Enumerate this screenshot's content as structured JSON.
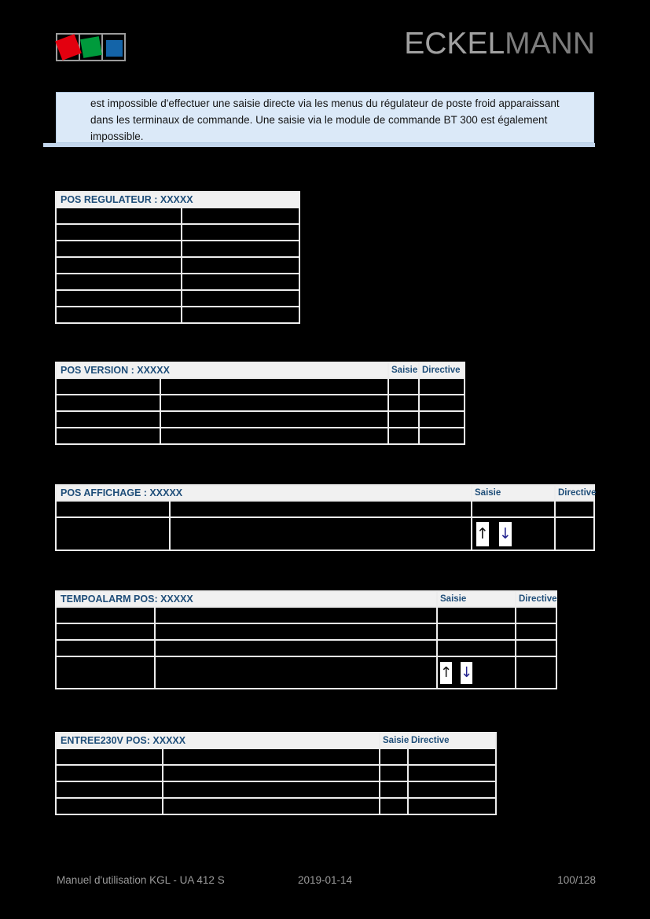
{
  "brand": {
    "part1": "ECKEL",
    "part2": "MANN"
  },
  "logo": {
    "squares": [
      "red-square",
      "green-square",
      "blue-square"
    ],
    "colors": {
      "red": "#e3000f",
      "green": "#009b3c",
      "blue": "#1464a8",
      "frame": "#9c9c9c"
    }
  },
  "notice": {
    "lines": [
      "est impossible d'effectuer une saisie directe via les menus du régulateur de poste froid apparaissant",
      "dans les terminaux de commande. Une saisie via le module de commande BT 300 est également",
      "impossible."
    ],
    "bg": "#dbe9f8"
  },
  "tables": [
    {
      "title": "POS REGULATEUR : XXXXX",
      "body_rows": 7,
      "columns": 2
    },
    {
      "title": "POS VERSION : XXXXX",
      "saisie": "Saisie",
      "directive": "Directive",
      "body_rows": 4
    },
    {
      "title": "POS AFFICHAGE : XXXXX",
      "saisie": "Saisie",
      "directive": "Directive",
      "body_rows": 2,
      "arrow_keys_row": 2
    },
    {
      "title": "TEMPOALARM POS: XXXXX",
      "saisie": "Saisie",
      "directive": "Directive",
      "body_rows": 4,
      "arrow_keys_row": 4
    },
    {
      "title": "ENTREE230V POS: XXXXX",
      "saisie": "Saisie",
      "directive": "Directive",
      "body_rows": 4
    }
  ],
  "icons": {
    "up_glyph": "↑",
    "down_glyph": "↓"
  },
  "footer": {
    "left": "Manuel d'utilisation KGL - UA 412 S",
    "center": "2019-01-14",
    "right": "100/128"
  },
  "colors": {
    "page_bg": "#000000",
    "table_border": "#ededed",
    "table_header_bg": "#f1f1f1",
    "table_header_text": "#1f4e79",
    "brand_light": "#a0a0a0",
    "brand_dark": "#7d7d7d",
    "footer_text": "#9a9a9a",
    "key_bg": "#ffffff",
    "key_up": "#111111",
    "key_down": "#23238f",
    "notice_rule": "#c3d6ec"
  }
}
